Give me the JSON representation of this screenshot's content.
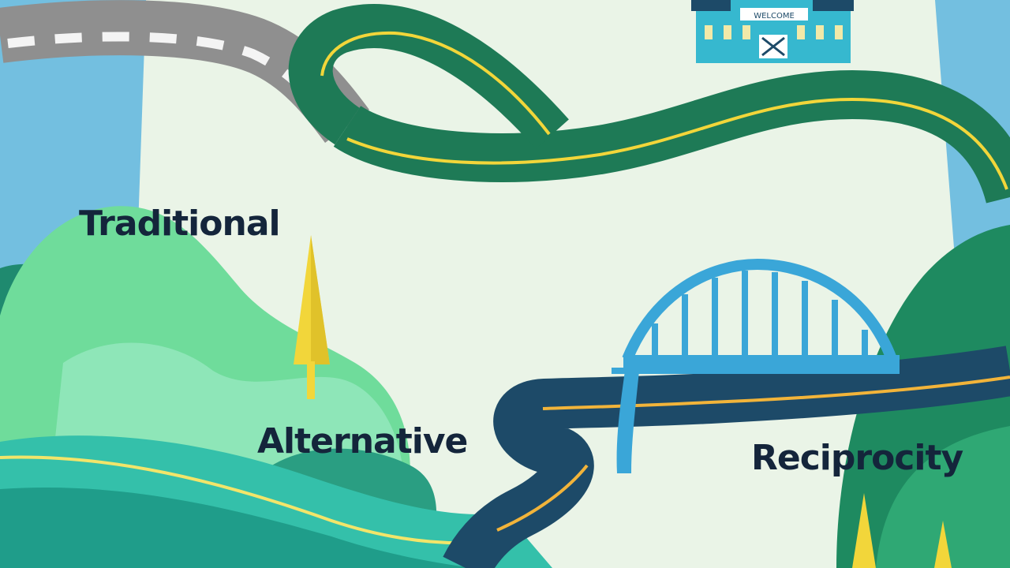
{
  "labels": {
    "traditional": "Traditional",
    "alternative": "Alternative",
    "reciprocity": "Reciprocity"
  },
  "building": {
    "sign_text": "WELCOME"
  },
  "icons": [
    "building-icon",
    "bridge-icon",
    "tree-icon",
    "road-icon"
  ],
  "colors": {
    "sky": "#73bfe0",
    "paper": "#eaf4e7",
    "grey_road": "#8f8f8f",
    "green_road": "#1e7a56",
    "navy_road": "#1d4a68",
    "teal_water": "#2fb9a6",
    "bridge": "#3aa6d8",
    "lane_marking": "#f2d63a",
    "label_text": "#14253b"
  }
}
